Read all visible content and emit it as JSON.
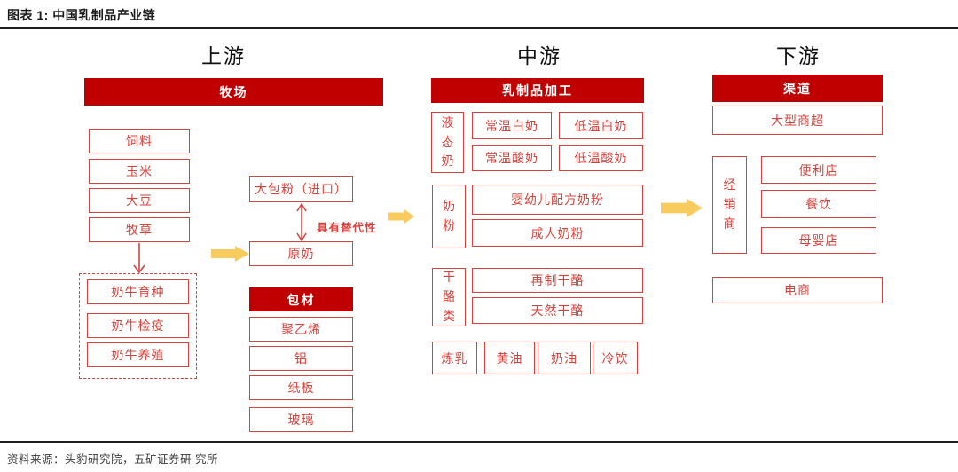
{
  "colors": {
    "banner_red": "#c00000",
    "box_red": "#d8423d",
    "arrow_yellow": "#f8cb5f"
  },
  "title": "图表 1: 中国乳制品产业链",
  "source": "资料来源：头豹研究院，五矿证券研 究所",
  "columns": {
    "upstream": "上游",
    "midstream": "中游",
    "downstream": "下游"
  },
  "upstream": {
    "banner": "牧场",
    "feed": [
      "饲料",
      "玉米",
      "大豆",
      "牧草"
    ],
    "cattle": [
      "奶牛育种",
      "奶牛检疫",
      "奶牛养殖"
    ],
    "bulk_powder": "大包粉（进口）",
    "note": "具有替代性",
    "raw_milk": "原奶",
    "packaging_banner": "包材",
    "packaging": [
      "聚乙烯",
      "铝",
      "纸板",
      "玻璃"
    ]
  },
  "midstream": {
    "banner": "乳制品加工",
    "liquid": "液态奶",
    "liquid_items": [
      "常温白奶",
      "低温白奶",
      "常温酸奶",
      "低温酸奶"
    ],
    "powder": "奶粉",
    "powder_items": [
      "婴幼儿配方奶粉",
      "成人奶粉"
    ],
    "cheese": "干酪类",
    "cheese_items": [
      "再制干酪",
      "天然干酪"
    ],
    "others": [
      "炼乳",
      "黄油",
      "奶油",
      "冷饮"
    ]
  },
  "downstream": {
    "banner": "渠道",
    "hypermarket": "大型商超",
    "distributor": "经销商",
    "distributor_items": [
      "便利店",
      "餐饮",
      "母婴店"
    ],
    "ecommerce": "电商"
  }
}
